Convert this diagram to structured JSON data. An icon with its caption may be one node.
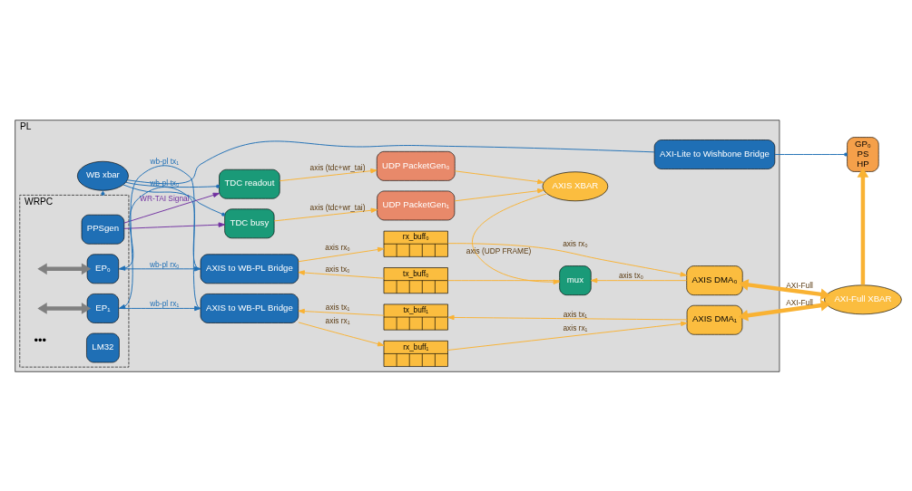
{
  "diagram": {
    "nodes": [
      {
        "text": [
          "PL"
        ]
      },
      {
        "text": [
          "WB xbar"
        ],
        "in": 0
      },
      {
        "text": [
          "AXI-Lite to Wishbone Bridge"
        ],
        "in": 0
      },
      {
        "text": [
          "GP₀",
          "PS",
          "HP"
        ]
      },
      {
        "text": [
          "TDC readout"
        ],
        "in": 0
      },
      {
        "text": [
          "TDC busy"
        ],
        "in": 0
      },
      {
        "text": [
          "UDP PacketGen₀"
        ],
        "in": 0
      },
      {
        "text": [
          "UDP PacketGen₁"
        ],
        "in": 0
      },
      {
        "text": [
          "AXIS XBAR"
        ],
        "in": 0
      },
      {
        "text": [
          "WRPC"
        ],
        "in": 0
      },
      {
        "text": [
          "PPSgen"
        ],
        "in": 9
      },
      {
        "text": [
          "LM32"
        ],
        "in": 9
      },
      {
        "text": [
          "EP₀"
        ],
        "in": 9
      },
      {
        "text": [
          "EP₁"
        ],
        "in": 9
      },
      {
        "text": [
          "AXIS to WB-PL Bridge"
        ],
        "in": 0
      },
      {
        "text": [
          "AXIS to WB-PL Bridge"
        ],
        "in": 0
      },
      {
        "text": [
          "tx_buff₀"
        ],
        "in": 0
      },
      {
        "text": [
          "rx_buff₀"
        ],
        "in": 0
      },
      {
        "text": [
          "tx_buff₁"
        ],
        "in": 0
      },
      {
        "text": [
          "rx_buff₁"
        ],
        "in": 0
      },
      {
        "text": [
          "mux"
        ],
        "in": 0
      },
      {
        "text": [
          "AXIS DMA₀"
        ],
        "in": 0
      },
      {
        "text": [
          "AXIS DMA₁"
        ],
        "in": 0
      },
      {
        "text": [
          "AXI-Full XBAR"
        ]
      }
    ],
    "edges": [
      {
        "from": 1,
        "to": 2,
        "arrow": "none",
        "color": "#1f6fb5"
      },
      {
        "from": 2,
        "to": 3,
        "arrow": "other",
        "color": "#1f6fb5"
      },
      {
        "from": 1,
        "to": 4,
        "arrow": "other",
        "color": "#1f6fb5"
      },
      {
        "from": 1,
        "to": 5,
        "arrow": "other",
        "color": "#1f6fb5"
      },
      {
        "from": 1,
        "to": 9,
        "arrow": "other",
        "color": "#1f6fb5"
      },
      {
        "from": 10,
        "to": 4,
        "arrow": "to",
        "label": "WR-TAI Signal",
        "color": "#7030a0"
      },
      {
        "from": 10,
        "to": 5,
        "arrow": "to",
        "color": "#7030a0"
      },
      {
        "from": 4,
        "to": 6,
        "arrow": "to",
        "label": "axis (tdc+wr_tai)"
      },
      {
        "from": 5,
        "to": 7,
        "arrow": "to",
        "label": "axis (tdc+wr_tai)"
      },
      {
        "from": 6,
        "to": 8,
        "arrow": "to"
      },
      {
        "from": 7,
        "to": 8,
        "arrow": "to"
      },
      {
        "from": 8,
        "to": 20,
        "arrow": "to",
        "label": "axis (UDP FRAME)"
      },
      {
        "from": null,
        "to": 12,
        "arrow": "both",
        "style": "thick",
        "color": "#808080"
      },
      {
        "from": null,
        "to": 13,
        "arrow": "both",
        "style": "thick",
        "color": "#808080"
      },
      {
        "from": 14,
        "to": 12,
        "arrow": "to",
        "label": "wb-pl tx₀",
        "color": "#1f6fb5"
      },
      {
        "from": 12,
        "to": 14,
        "arrow": "to",
        "label": "wb-pl rx₀",
        "color": "#1f6fb5"
      },
      {
        "from": 15,
        "to": 13,
        "arrow": "to",
        "label": "wb-pl tx₁",
        "color": "#1f6fb5"
      },
      {
        "from": 13,
        "to": 15,
        "arrow": "to",
        "label": "wb-pl rx₁",
        "color": "#1f6fb5"
      },
      {
        "from": 21,
        "to": 20,
        "arrow": "to",
        "label": "axis tx₀"
      },
      {
        "from": 20,
        "to": 16,
        "arrow": "none"
      },
      {
        "from": 16,
        "to": 14,
        "arrow": "to",
        "label": "axis tx₀"
      },
      {
        "from": 14,
        "to": 17,
        "arrow": "to",
        "label": "axis rx₀"
      },
      {
        "from": 17,
        "to": 21,
        "arrow": "to",
        "label": "axis rx₀"
      },
      {
        "from": 22,
        "to": 18,
        "arrow": "to",
        "label": "axis tx₁"
      },
      {
        "from": 18,
        "to": 15,
        "arrow": "to",
        "label": "axis tx₁"
      },
      {
        "from": 15,
        "to": 19,
        "arrow": "to",
        "label": "axis rx₁"
      },
      {
        "from": 19,
        "to": 22,
        "arrow": "to",
        "label": "axis rx₁"
      },
      {
        "from": 21,
        "to": 23,
        "arrow": "both",
        "label": "AXI-Full",
        "style": "thick"
      },
      {
        "from": 22,
        "to": 23,
        "arrow": "both",
        "label": "AXI-Full",
        "style": "thick"
      },
      {
        "from": 23,
        "to": 3,
        "arrow": "to",
        "style": "thick"
      }
    ],
    "labels": [
      "•••"
    ]
  }
}
